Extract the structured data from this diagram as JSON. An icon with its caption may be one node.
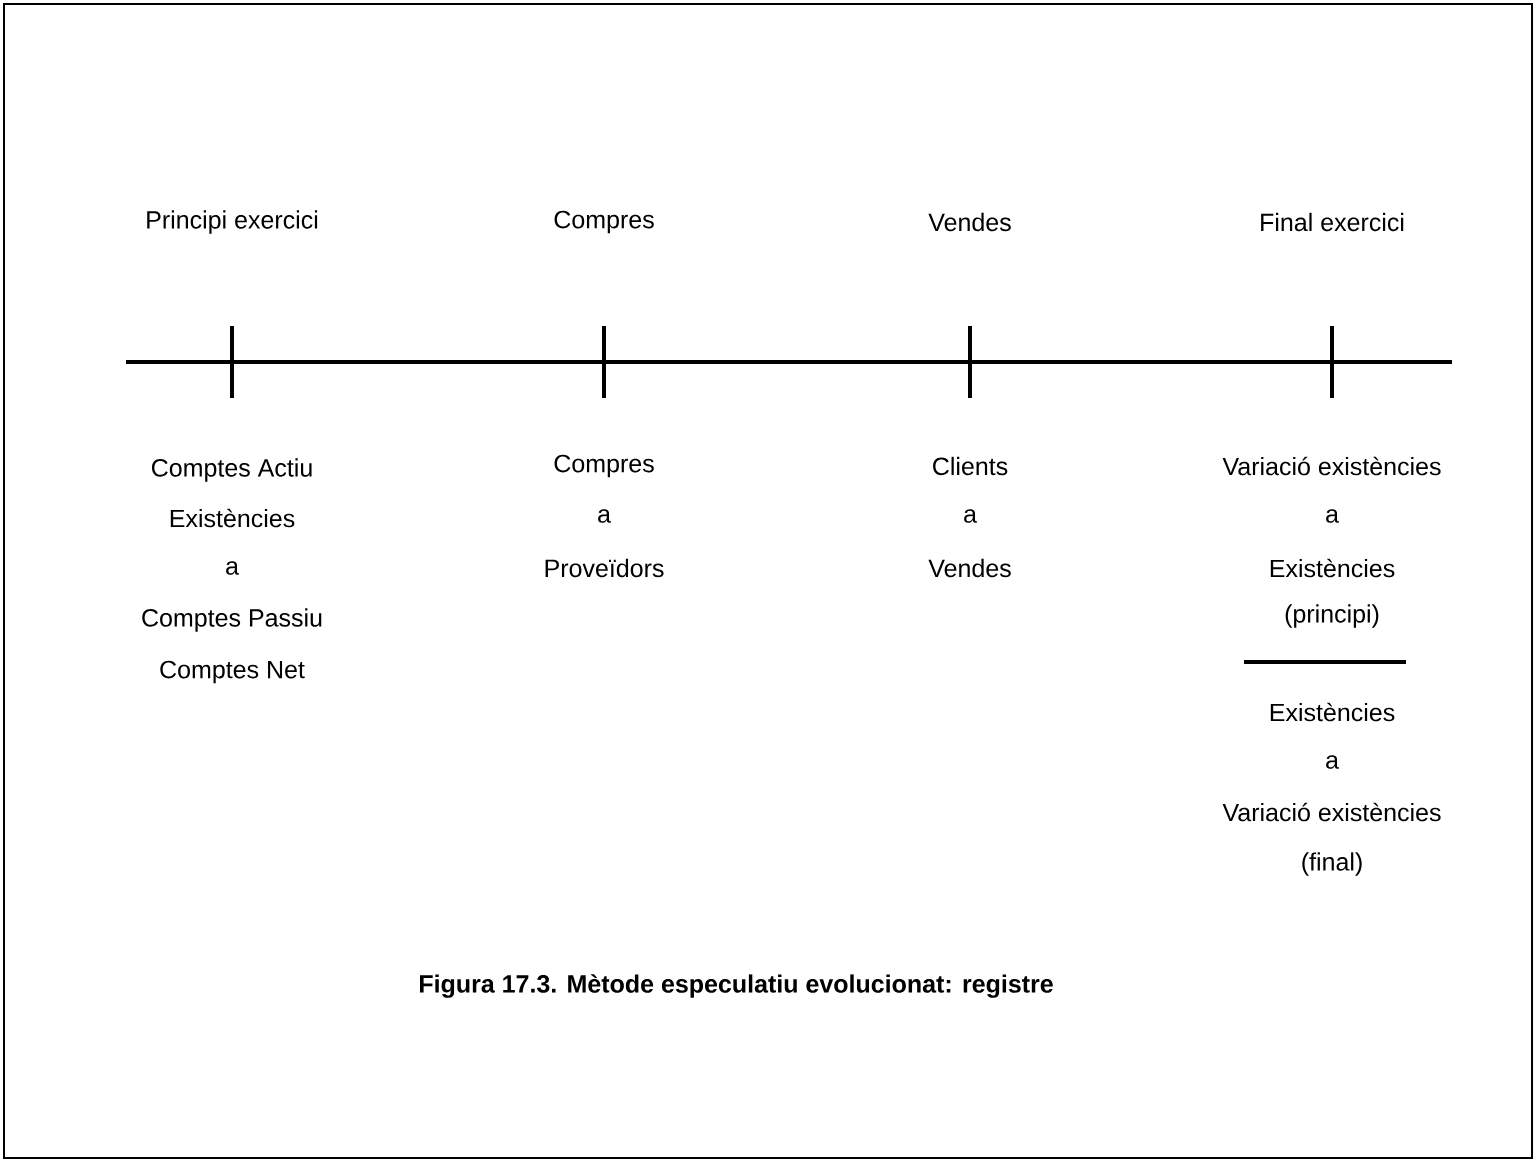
{
  "diagram": {
    "caption": "Figura 17.3. Mètode especulatiu evolucionat: registre",
    "labels": [
      "Principi exercici",
      "Compres",
      "Vendes",
      "Final exercici",
      "Comptes Actiu",
      "Existències",
      "a",
      "Comptes Passiu",
      "Comptes Net",
      "Compres",
      "a",
      "Proveïdors",
      "Clients",
      "a",
      "Vendes",
      "Variació existències",
      "a",
      "Existències",
      "(principi)",
      "Existències",
      "a",
      "Variació existències",
      "(final)"
    ]
  }
}
